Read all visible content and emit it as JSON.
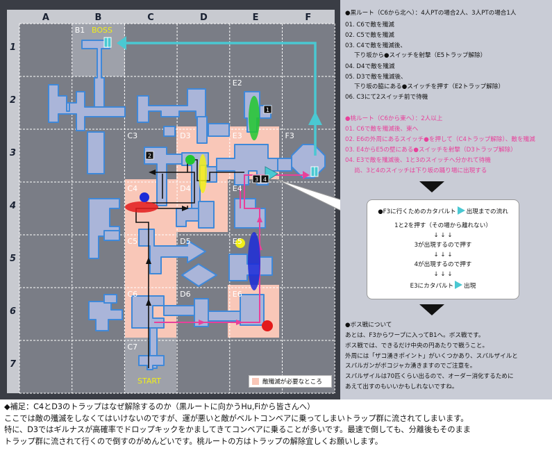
{
  "map": {
    "columns": [
      "A",
      "B",
      "C",
      "D",
      "E",
      "F"
    ],
    "rows": [
      "1",
      "2",
      "3",
      "4",
      "5",
      "6",
      "7"
    ],
    "cell_labels": [
      {
        "id": "B1",
        "text": "B1"
      },
      {
        "id": "E2",
        "text": "E2"
      },
      {
        "id": "C3",
        "text": "C3"
      },
      {
        "id": "D3",
        "text": "D3"
      },
      {
        "id": "E3",
        "text": "E3"
      },
      {
        "id": "F3",
        "text": "F3"
      },
      {
        "id": "C4",
        "text": "C4"
      },
      {
        "id": "D4",
        "text": "D4"
      },
      {
        "id": "E4",
        "text": "E4"
      },
      {
        "id": "C5",
        "text": "C5"
      },
      {
        "id": "D5",
        "text": "D5"
      },
      {
        "id": "E5",
        "text": "E5"
      },
      {
        "id": "C6",
        "text": "C6"
      },
      {
        "id": "D6",
        "text": "D6"
      },
      {
        "id": "E6",
        "text": "E6"
      },
      {
        "id": "C7",
        "text": "C7"
      }
    ],
    "boss_label": "BOSS",
    "start_label": "START",
    "switch_labels": [
      "1",
      "2",
      "3",
      "4"
    ],
    "legend": "敵殲滅が必要なところ",
    "colors": {
      "grid_bg": "#7a7d86",
      "header_bg": "#c8cad0",
      "enemy_zone": "#f9c7b8",
      "corridor": "#aab5d9",
      "corridor_edge": "#3f88d8",
      "catapult": "#4ac8d2",
      "pink_route": "#e8409a",
      "red": "#e31b1b",
      "blue": "#1c2bd8",
      "green": "#22c72e",
      "yellow": "#f1ee18"
    }
  },
  "panel": {
    "black_route": [
      "●黒ルート（C6から北へ）：4人PTの場合2人、3人PTの場合1人",
      "01. C6で敵を殲滅",
      "02. C5で敵を殲滅",
      "03. C4で敵を殲滅後、",
      "下り坂から●スイッチを射撃（E5トラップ解除）",
      "04. D4で敵を殲滅",
      "05. D3で敵を殲滅後、",
      "下り坂の脇にある●スイッチを押す（E2トラップ解除）",
      "06. C3にて2スイッチ前で待機"
    ],
    "pink_route": [
      "●桃ルート（C6から東へ）：2人以上",
      "01. C6で敵を殲滅後、東へ",
      "02. E6の外周にあるスイッチ●を押して（C4トラップ解除）、敵を殲滅",
      "03. E4からE5の壁にある●スイッチを射撃（D3トラップ解除）",
      "04. E3で敵を殲滅後、1と3のスイッチへ分かれて待機",
      "尚、3と4のスイッチは下り坂の踊り場に出現する"
    ],
    "flow": [
      "●F3に行くためのカタパルト",
      "出現までの流れ",
      "1と2を押す（その場から離れない）",
      "↓ ↓ ↓",
      "3が出現するので押す",
      "↓ ↓ ↓",
      "4が出現するので押す",
      "↓ ↓ ↓",
      "E3にカタパルト",
      "出現"
    ],
    "boss": [
      "●ボス戦について",
      "あとは、F3からワープに入ってB1へ。ボス戦です。",
      "ボス戦では、できるだけ中央の円あたりで戦うこと。",
      "外周には「ザコ湧きポイント」がいくつかあり、スパルザイルと",
      "スパルガンがボコジャカ湧きますのでご注意を。",
      "スパルザイルは70匹くらい出るので、オーダー消化するために",
      "あえて出すのもいいかもしれないですね。"
    ]
  },
  "footer": [
    "◆補足：C4とD3のトラップはなぜ解除するのか（黒ルートに向かうHu,Fiから皆さんへ）",
    "ここでは敵の殲滅をしなくてはいけないのですが、運が悪いと敵がベルトコンベアに乗ってしまいトラップ群に流されてしまいます。",
    "特に、D3ではギルナスが高確率でドロップキックをかましてきてコンベアに乗ることが多いです。最速で倒しても、分離後もそのまま",
    "トラップ群に流されて行くので倒すのがめんどいです。桃ルートの方はトラップの解除宜しくお願いします。"
  ]
}
